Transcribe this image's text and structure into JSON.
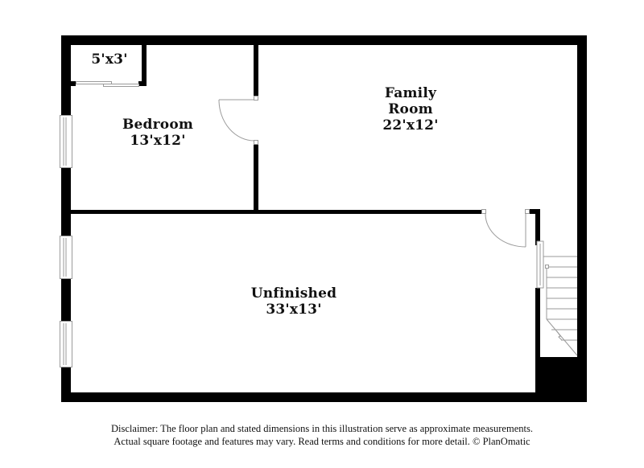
{
  "floorplan": {
    "rooms": [
      {
        "id": "closet",
        "name": "",
        "dimensions": "5'x3'"
      },
      {
        "id": "bedroom",
        "name": "Bedroom",
        "dimensions": "13'x12'"
      },
      {
        "id": "family-room",
        "name_line1": "Family",
        "name_line2": "Room",
        "dimensions": "22'x12'"
      },
      {
        "id": "unfinished",
        "name": "Unfinished",
        "dimensions": "33'x13'"
      }
    ],
    "features": [
      "windows",
      "doors",
      "sliding-closet-doors",
      "stairs"
    ],
    "colors": {
      "wall": "#000000",
      "background": "#ffffff",
      "fixture_line": "#9a9a9a"
    }
  },
  "disclaimer": {
    "line1": "Disclaimer: The floor plan and stated dimensions in this illustration serve as approximate measurements.",
    "line2": "Actual square footage and features may vary. Read terms and conditions for more detail. © PlanOmatic"
  }
}
